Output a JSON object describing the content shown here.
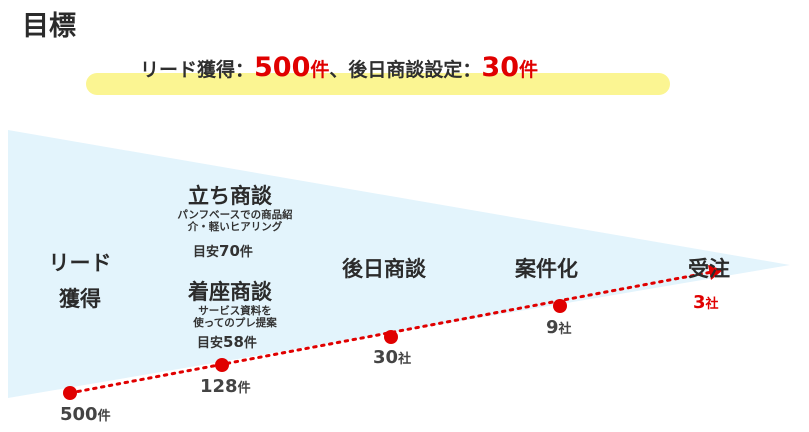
{
  "heading": "目標",
  "goal": {
    "part1": "リード獲得：",
    "lead_value": "500",
    "lead_unit": "件",
    "separator": "、後日商談設定：",
    "meeting_value": "30",
    "meeting_unit": "件"
  },
  "stages": {
    "lead": {
      "line1": "リード",
      "line2": "獲得"
    },
    "standing": {
      "title": "立ち商談",
      "desc1": "パンフベースでの商品紹",
      "desc2": "介・軽いヒアリング",
      "target_prefix": "目安",
      "target_value": "70",
      "target_unit": "件"
    },
    "seated": {
      "title": "着座商談",
      "desc1": "サービス資料を",
      "desc2": "使ってのプレ提案",
      "target_prefix": "目安",
      "target_value": "58",
      "target_unit": "件"
    },
    "later": {
      "title": "後日商談"
    },
    "proposal": {
      "title": "案件化"
    },
    "order": {
      "title": "受注"
    }
  },
  "counts": {
    "lead": {
      "value": "500",
      "unit": "件"
    },
    "meeting": {
      "value": "128",
      "unit": "件"
    },
    "later": {
      "value": "30",
      "unit": "社"
    },
    "proposal": {
      "value": "9",
      "unit": "社"
    },
    "order": {
      "value": "3",
      "unit": "社"
    }
  },
  "colors": {
    "funnel": "#e3f4fc",
    "goal_bar": "#fbf592",
    "accent_red": "#e00000"
  }
}
